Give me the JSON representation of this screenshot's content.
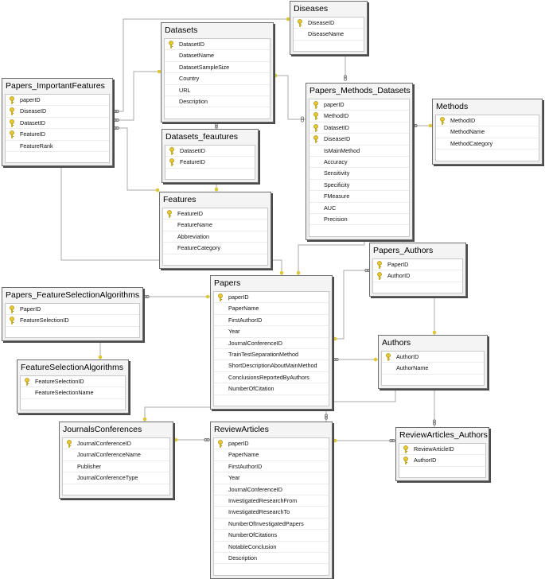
{
  "tables": [
    {
      "id": "diseases",
      "title": "Diseases",
      "columns": [
        {
          "name": "DiseaseID",
          "pk": true
        },
        {
          "name": "DiseaseName",
          "pk": false
        }
      ]
    },
    {
      "id": "datasets",
      "title": "Datasets",
      "columns": [
        {
          "name": "DatasetID",
          "pk": true
        },
        {
          "name": "DatasetName",
          "pk": false
        },
        {
          "name": "DatasetSampleSize",
          "pk": false
        },
        {
          "name": "Country",
          "pk": false
        },
        {
          "name": "URL",
          "pk": false
        },
        {
          "name": "Description",
          "pk": false
        }
      ]
    },
    {
      "id": "papers_importantfeatures",
      "title": "Papers_ImportantFeatures",
      "columns": [
        {
          "name": "paperID",
          "pk": true
        },
        {
          "name": "DiseaseID",
          "pk": true
        },
        {
          "name": "DatasetID",
          "pk": true
        },
        {
          "name": "FeatureID",
          "pk": true
        },
        {
          "name": "FeatureRank",
          "pk": false
        }
      ]
    },
    {
      "id": "datasets_feautures",
      "title": "Datasets_feautures",
      "columns": [
        {
          "name": "DatasetID",
          "pk": true
        },
        {
          "name": "FeatureID",
          "pk": true
        }
      ]
    },
    {
      "id": "papers_methods_datasets",
      "title": "Papers_Methods_Datasets",
      "columns": [
        {
          "name": "paperID",
          "pk": true
        },
        {
          "name": "MethodID",
          "pk": true
        },
        {
          "name": "DatasetID",
          "pk": true
        },
        {
          "name": "DiseaseID",
          "pk": true
        },
        {
          "name": "IsMainMethod",
          "pk": false
        },
        {
          "name": "Accuracy",
          "pk": false
        },
        {
          "name": "Sensitivity",
          "pk": false
        },
        {
          "name": "Specificity",
          "pk": false
        },
        {
          "name": "FMeasure",
          "pk": false
        },
        {
          "name": "AUC",
          "pk": false
        },
        {
          "name": "Precision",
          "pk": false
        }
      ]
    },
    {
      "id": "methods",
      "title": "Methods",
      "columns": [
        {
          "name": "MethodID",
          "pk": true
        },
        {
          "name": "MethodName",
          "pk": false
        },
        {
          "name": "MethodCategory",
          "pk": false
        }
      ]
    },
    {
      "id": "features",
      "title": "Features",
      "columns": [
        {
          "name": "FeatureID",
          "pk": true
        },
        {
          "name": "FeatureName",
          "pk": false
        },
        {
          "name": "Abbreviation",
          "pk": false
        },
        {
          "name": "FeatureCategory",
          "pk": false
        }
      ]
    },
    {
      "id": "papers_authors",
      "title": "Papers_Authors",
      "columns": [
        {
          "name": "PaperID",
          "pk": true
        },
        {
          "name": "AuthorID",
          "pk": true
        }
      ]
    },
    {
      "id": "papers_featureselectionalgorithms",
      "title": "Papers_FeatureSelectionAlgorithms",
      "columns": [
        {
          "name": "PaperID",
          "pk": true
        },
        {
          "name": "FeatureSelectionID",
          "pk": true
        }
      ]
    },
    {
      "id": "papers",
      "title": "Papers",
      "columns": [
        {
          "name": "paperID",
          "pk": true
        },
        {
          "name": "PaperName",
          "pk": false
        },
        {
          "name": "FirstAuthorID",
          "pk": false
        },
        {
          "name": "Year",
          "pk": false
        },
        {
          "name": "JournalConferenceID",
          "pk": false
        },
        {
          "name": "TrainTestSeparationMethod",
          "pk": false
        },
        {
          "name": "ShortDescriptionAboutMainMethod",
          "pk": false
        },
        {
          "name": "ConclusionsReportedByAuthors",
          "pk": false
        },
        {
          "name": "NumberOfCitation",
          "pk": false
        }
      ]
    },
    {
      "id": "authors",
      "title": "Authors",
      "columns": [
        {
          "name": "AuthorID",
          "pk": true
        },
        {
          "name": "AuthorName",
          "pk": false
        }
      ]
    },
    {
      "id": "featureselectionalgorithms",
      "title": "FeatureSelectionAlgorithms",
      "columns": [
        {
          "name": "FeatureSelectionID",
          "pk": true
        },
        {
          "name": "FeatureSelectionName",
          "pk": false
        }
      ]
    },
    {
      "id": "journalsconferences",
      "title": "JournalsConferences",
      "columns": [
        {
          "name": "JournalConferenceID",
          "pk": true
        },
        {
          "name": "JournalConferenceName",
          "pk": false
        },
        {
          "name": "Publisher",
          "pk": false
        },
        {
          "name": "JournalConferenceType",
          "pk": false
        }
      ]
    },
    {
      "id": "reviewarticles",
      "title": "ReviewArticles",
      "columns": [
        {
          "name": "paperID",
          "pk": true
        },
        {
          "name": "PaperName",
          "pk": false
        },
        {
          "name": "FirstAuthorID",
          "pk": false
        },
        {
          "name": "Year",
          "pk": false
        },
        {
          "name": "JournalConferenceID",
          "pk": false
        },
        {
          "name": "InvestigatedResearchFrom",
          "pk": false
        },
        {
          "name": "InvestigatedResearchTo",
          "pk": false
        },
        {
          "name": "NumberOfInvestigatedPapers",
          "pk": false
        },
        {
          "name": "NumberOfCitations",
          "pk": false
        },
        {
          "name": "NotableConclusion",
          "pk": false
        },
        {
          "name": "Description",
          "pk": false
        }
      ]
    },
    {
      "id": "reviewarticles_authors",
      "title": "ReviewArticles_Authors",
      "columns": [
        {
          "name": "ReviewArticleID",
          "pk": true
        },
        {
          "name": "AuthorID",
          "pk": true
        }
      ]
    }
  ],
  "colors": {
    "connector": "#a9a9a9",
    "key": "#e8c830",
    "arrow": "#ddc836",
    "shadow": "#4a4a4a"
  }
}
